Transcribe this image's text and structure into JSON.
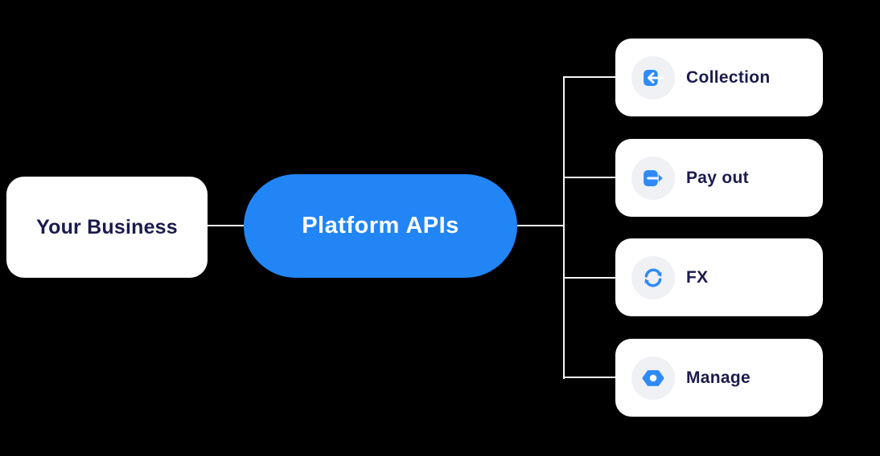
{
  "diagram": {
    "business": {
      "label": "Your Business"
    },
    "platform": {
      "label": "Platform APIs"
    },
    "services": [
      {
        "label": "Collection",
        "icon": "box-arrow-in-icon"
      },
      {
        "label": "Pay out",
        "icon": "box-arrow-out-icon"
      },
      {
        "label": "FX",
        "icon": "sync-arrows-icon"
      },
      {
        "label": "Manage",
        "icon": "hexagon-nut-icon"
      }
    ],
    "colors": {
      "background": "#000000",
      "card_bg": "#ffffff",
      "accent_blue": "#2185f6",
      "icon_blue": "#2f8af8",
      "icon_circle_bg": "#eff1f5",
      "text_navy": "#1b1b4d",
      "connector": "#f7f7f7"
    }
  }
}
